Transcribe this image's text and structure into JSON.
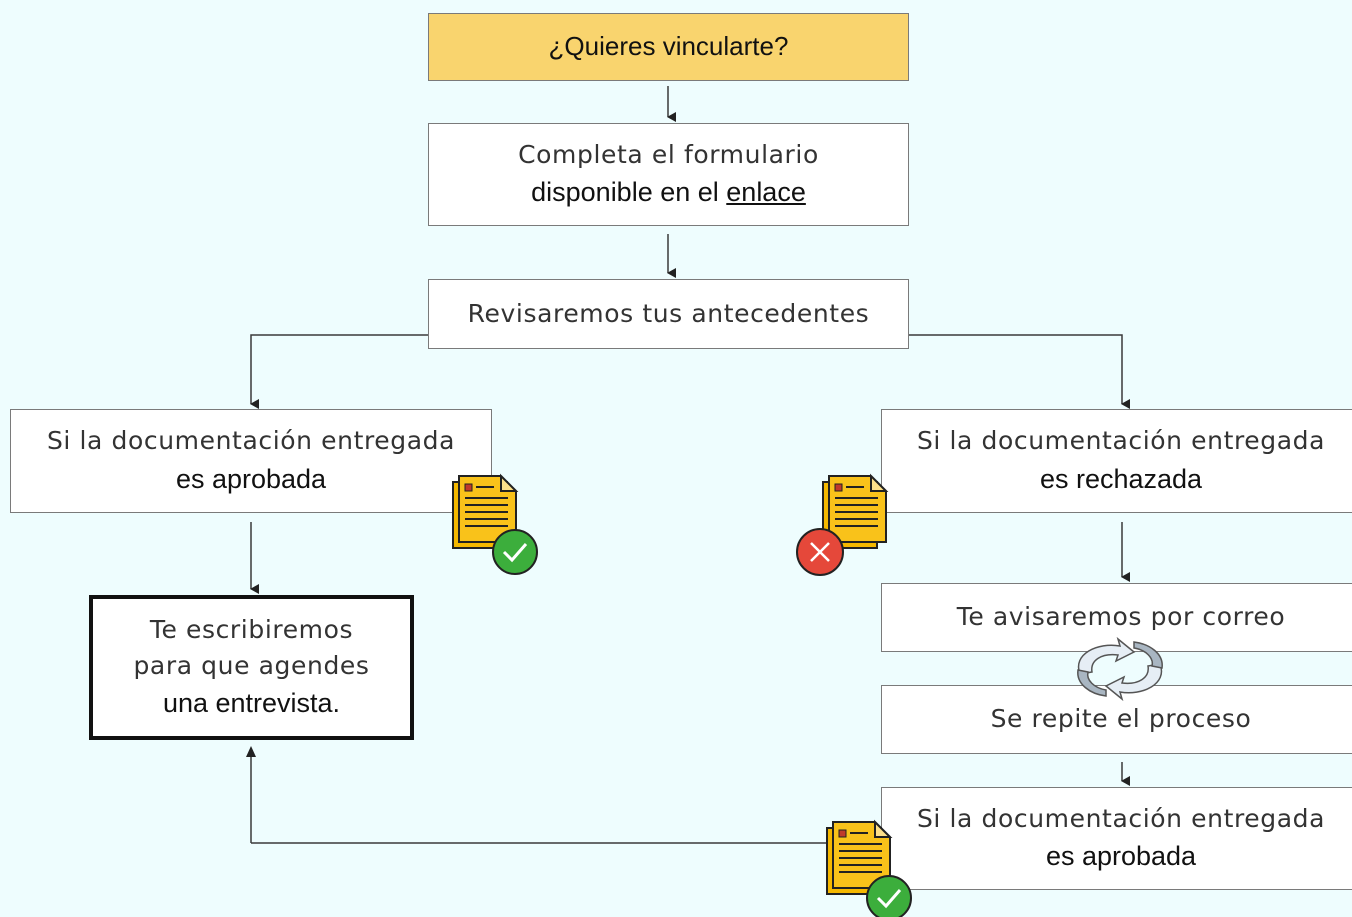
{
  "flow": {
    "start": {
      "text": "¿Quieres vincularte?"
    },
    "form": {
      "line1": "Completa el formulario",
      "line2_prefix": "disponible en el ",
      "line2_link": "enlace"
    },
    "review": {
      "text": "Revisaremos tus antecedentes"
    },
    "approved": {
      "line1": "Si la documentación entregada",
      "line2": "es aprobada"
    },
    "rejected": {
      "line1": "Si la documentación entregada",
      "line2": "es rechazada"
    },
    "write": {
      "line1": "Te escribiremos",
      "line2": "para que agendes",
      "line3": "una entrevista."
    },
    "notify": {
      "text": "Te avisaremos por correo"
    },
    "repeat": {
      "text": "Se repite el proceso"
    },
    "approved_again": {
      "line1": "Si la documentación entregada",
      "line2": "es aprobada"
    }
  },
  "colors": {
    "background": "#eefdfe",
    "start_fill": "#f9d46e",
    "doc_icon": "#f5b800",
    "approve_badge": "#3cae3c",
    "reject_badge": "#e5483a"
  },
  "icons": [
    "document-approved-icon",
    "document-rejected-icon",
    "repeat-cycle-icon"
  ]
}
